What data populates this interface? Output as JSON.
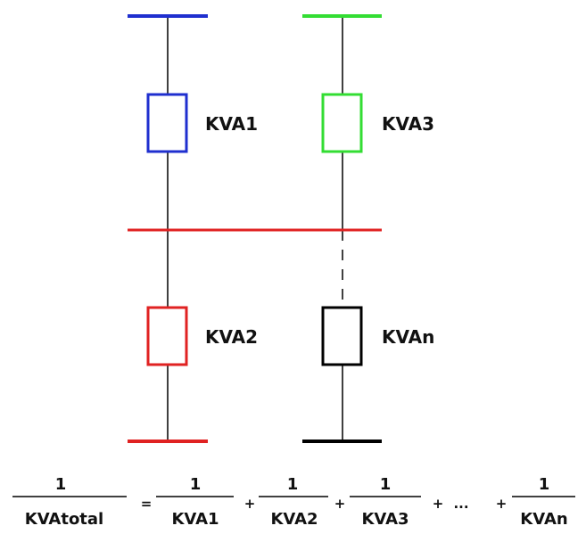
{
  "colors": {
    "bus_blue": "#1f2fcf",
    "bus_green": "#33dd33",
    "bus_red": "#e02222",
    "bus_black": "#000000",
    "wire": "#000000"
  },
  "labels": {
    "kva1": "KVA1",
    "kva2": "KVA2",
    "kva3": "KVA3",
    "kvan": "KVAn"
  },
  "formula": {
    "lhs_num": "1",
    "lhs_den": "KVAtotal",
    "equals": "=",
    "terms": [
      {
        "num": "1",
        "den": "KVA1",
        "op": "+"
      },
      {
        "num": "1",
        "den": "KVA2",
        "op": "+"
      },
      {
        "num": "1",
        "den": "KVA3",
        "op": "+"
      },
      {
        "num": "1",
        "den": "KVAn",
        "op": "+"
      }
    ],
    "ellipsis": "..."
  }
}
